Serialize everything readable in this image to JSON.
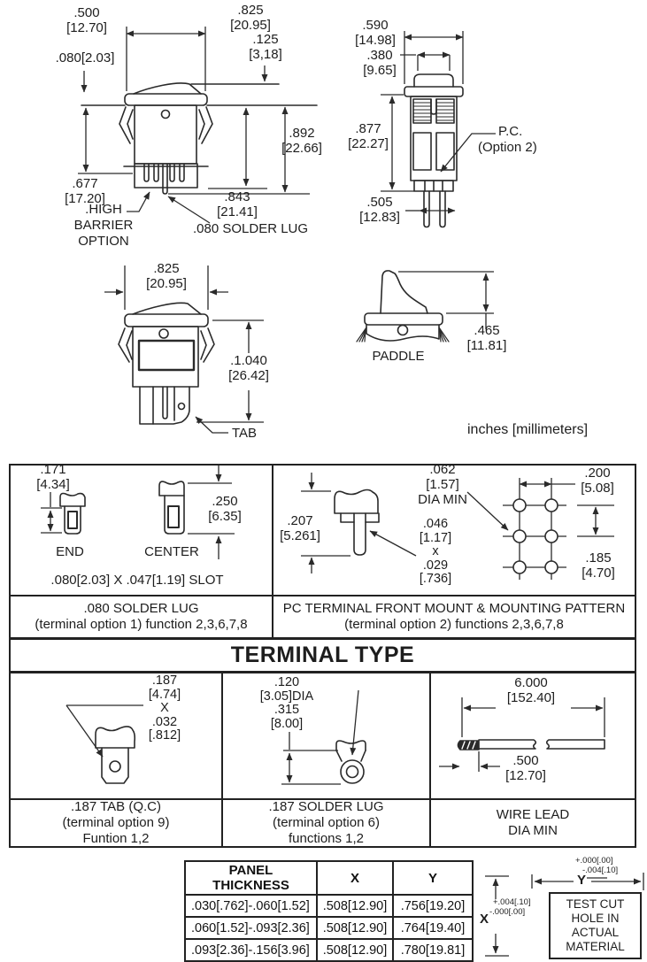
{
  "colors": {
    "line": "#2a2a2a",
    "text": "#1d1d1d",
    "background": "#ffffff"
  },
  "units_note": "inches [millimeters]",
  "fv": {
    "d500i": ".500",
    "d500m": "[12.70]",
    "d825i": ".825",
    "d825m": "[20.95]",
    "d080": ".080[2.03]",
    "d125i": ".125",
    "d125m": "[3,18]",
    "d892i": ".892",
    "d892m": "[22.66]",
    "d677i": ".677",
    "d677m": "[17.20]",
    "d843i": ".843",
    "d843m": "[21.41]",
    "hb1": ".HIGH",
    "hb2": "BARRIER",
    "hb3": "OPTION",
    "lug": ".080 SOLDER LUG"
  },
  "sv": {
    "d590i": ".590",
    "d590m": "[14.98]",
    "d380i": ".380",
    "d380m": "[9.65]",
    "d877i": ".877",
    "d877m": "[22.27]",
    "d505i": ".505",
    "d505m": "[12.83]",
    "pc1": "P.C.",
    "pc2": "(Option 2)"
  },
  "lv": {
    "d825i": ".825",
    "d825m": "[20.95]",
    "d1040i": ".1.040",
    "d1040m": "[26.42]",
    "tab": "TAB"
  },
  "pv": {
    "d465i": ".465",
    "d465m": "[11.81]",
    "label": "PADDLE"
  },
  "lug_cell": {
    "d171i": ".171",
    "d171m": "[4.34]",
    "d250i": ".250",
    "d250m": "[6.35]",
    "end": "END",
    "center": "CENTER",
    "slot": ".080[2.03] X .047[1.19] SLOT",
    "cap1": ".080 SOLDER LUG",
    "cap2": "(terminal option 1) function 2,3,6,7,8"
  },
  "pc_cell": {
    "d207i": ".207",
    "d207m": "[5.261]",
    "dia1": ".062",
    "dia2": "[1.57]",
    "dia3": "DIA MIN",
    "p1": ".046",
    "p2": "[1.17]",
    "p3": "x",
    "p4": ".029",
    "p5": "[.736]",
    "d200i": ".200",
    "d200m": "[5.08]",
    "d185i": ".185",
    "d185m": "[4.70]",
    "cap1": "PC TERMINAL FRONT MOUNT & MOUNTING PATTERN",
    "cap2": "(terminal option 2) functions 2,3,6,7,8"
  },
  "terminal_type": "TERMINAL TYPE",
  "tab_cell": {
    "d1": ".187",
    "d2": "[4.74]",
    "d3": "X",
    "d4": ".032",
    "d5": "[.812]",
    "cap1": ".187 TAB (Q.C)",
    "cap2": "(terminal option 9)",
    "cap3": "Funtion 1,2"
  },
  "slug_cell": {
    "d1": ".120",
    "d2": "[3.05]DIA",
    "d3": ".315",
    "d4": "[8.00]",
    "cap1": ".187 SOLDER LUG",
    "cap2": "(terminal option 6)",
    "cap3": "functions 1,2"
  },
  "wire_cell": {
    "leni": "6.000",
    "lenm": "[152.40]",
    "stripi": ".500",
    "stripm": "[12.70]",
    "cap1": "WIRE LEAD",
    "cap2": "DIA MIN"
  },
  "panel_table": {
    "h1a": "PANEL",
    "h1b": "THICKNESS",
    "h2": "X",
    "h3": "Y",
    "rows": [
      [
        ".030[.762]-.060[1.52]",
        ".508[12.90]",
        ".756[19.20]"
      ],
      [
        ".060[1.52]-.093[2.36]",
        ".508[12.90]",
        ".764[19.40]"
      ],
      [
        ".093[2.36]-.156[3.96]",
        ".508[12.90]",
        ".780[19.81]"
      ]
    ]
  },
  "test_cut": {
    "y": "Y",
    "ytp": "+.000[.00]",
    "ytm": "-.004[.10]",
    "x": "X",
    "xtp": "+.004[.10]",
    "xtm": "-.000[.00]",
    "b1": "TEST CUT",
    "b2": "HOLE IN",
    "b3": "ACTUAL",
    "b4": "MATERIAL"
  }
}
